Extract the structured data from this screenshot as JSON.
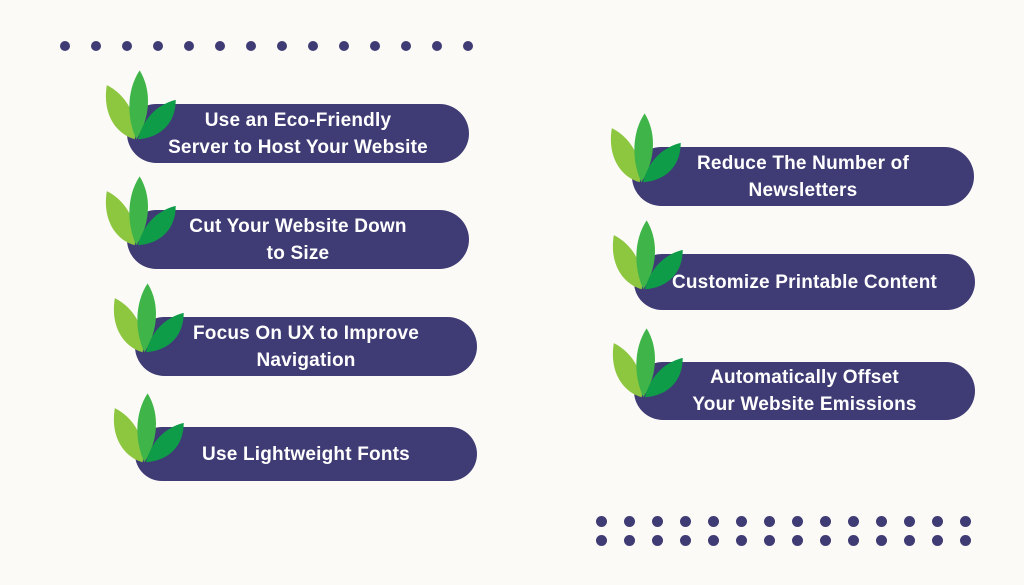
{
  "palette": {
    "background": "#FBFAF6",
    "pill_background": "#3F3B74",
    "pill_text": "#FFFFFF",
    "dot_color": "#3F3B74",
    "leaf_light_green": "#8DC63F",
    "leaf_mid_green": "#3FB549",
    "leaf_dark_green": "#0E9C48"
  },
  "icons": {
    "leaf": "leaf-cluster-icon"
  },
  "tips_left": {
    "items": [
      {
        "line1": "Use an Eco-Friendly",
        "line2": "Server to Host Your Website"
      },
      {
        "line1": "Cut Your Website Down",
        "line2": "to Size"
      },
      {
        "line1": "Focus On UX to Improve",
        "line2": "Navigation"
      },
      {
        "line1": "Use Lightweight Fonts",
        "line2": ""
      }
    ]
  },
  "tips_right": {
    "items": [
      {
        "line1": "Reduce The Number of",
        "line2": "Newsletters"
      },
      {
        "line1": "Customize Printable Content",
        "line2": ""
      },
      {
        "line1": "Automatically Offset",
        "line2": "Your Website Emissions"
      }
    ]
  },
  "decorations": {
    "top_dots": {
      "count": 14
    },
    "bottom_dots": {
      "rows": 2,
      "columns": 14
    }
  }
}
